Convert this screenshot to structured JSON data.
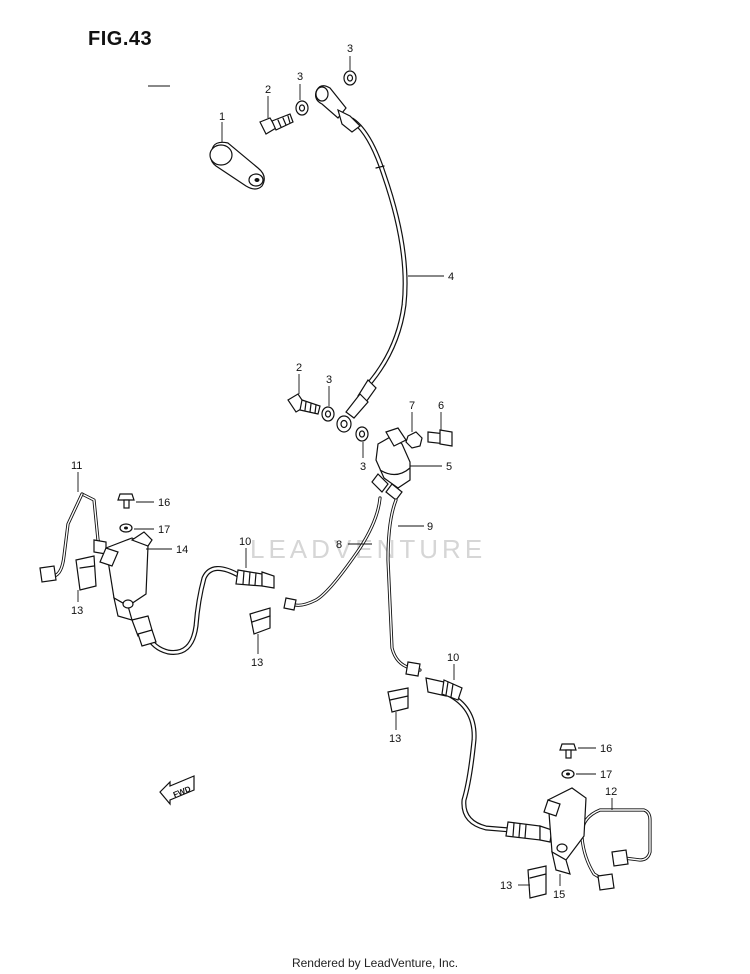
{
  "figure": {
    "title": "FIG.43",
    "footer": "Rendered by LeadVenture, Inc.",
    "watermark": "LEADVENTURE",
    "fwd_label": "FWD"
  },
  "callouts": [
    {
      "id": "c1",
      "label": "1"
    },
    {
      "id": "c2a",
      "label": "2"
    },
    {
      "id": "c3a",
      "label": "3"
    },
    {
      "id": "c3b",
      "label": "3"
    },
    {
      "id": "c4",
      "label": "4"
    },
    {
      "id": "c2b",
      "label": "2"
    },
    {
      "id": "c3c",
      "label": "3"
    },
    {
      "id": "c7",
      "label": "7"
    },
    {
      "id": "c6",
      "label": "6"
    },
    {
      "id": "c3d",
      "label": "3"
    },
    {
      "id": "c5",
      "label": "5"
    },
    {
      "id": "c11",
      "label": "11"
    },
    {
      "id": "c16a",
      "label": "16"
    },
    {
      "id": "c17a",
      "label": "17"
    },
    {
      "id": "c14",
      "label": "14"
    },
    {
      "id": "c10a",
      "label": "10"
    },
    {
      "id": "c8",
      "label": "8"
    },
    {
      "id": "c9",
      "label": "9"
    },
    {
      "id": "c13a",
      "label": "13"
    },
    {
      "id": "c13b",
      "label": "13"
    },
    {
      "id": "c10b",
      "label": "10"
    },
    {
      "id": "c13c",
      "label": "13"
    },
    {
      "id": "c16b",
      "label": "16"
    },
    {
      "id": "c17b",
      "label": "17"
    },
    {
      "id": "c12",
      "label": "12"
    },
    {
      "id": "c13d",
      "label": "13"
    },
    {
      "id": "c15",
      "label": "15"
    }
  ]
}
